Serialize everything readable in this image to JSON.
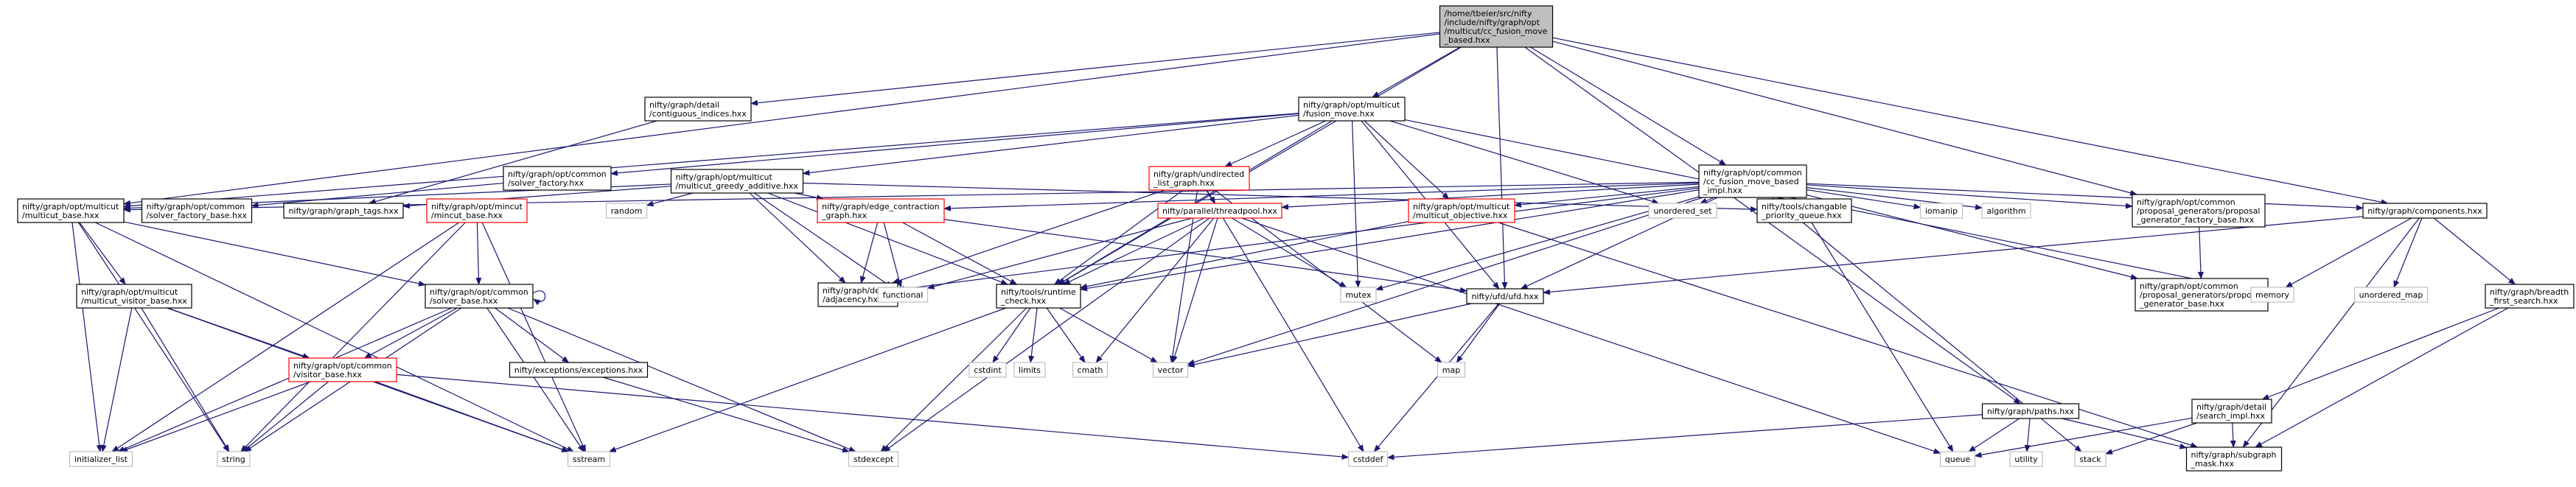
{
  "colors": {
    "edge": "#191970",
    "node_border_normal": "#000000",
    "node_border_missing": "#ff0000",
    "node_border_external": "#bfbfbf",
    "node_fill_root": "#bfbfbf",
    "node_fill": "#ffffff",
    "text": "#000000"
  },
  "nodes": [
    {
      "id": "root",
      "lines": [
        "/home/tbeier/src/nifty",
        "/include/nifty/graph/opt",
        "/multicut/cc_fusion_move",
        "_based.hxx"
      ],
      "style": "root"
    },
    {
      "id": "contig",
      "lines": [
        "nifty/graph/detail",
        "/contiguous_indices.hxx"
      ],
      "style": "normal"
    },
    {
      "id": "fusion",
      "lines": [
        "nifty/graph/opt/multicut",
        "/fusion_move.hxx"
      ],
      "style": "normal"
    },
    {
      "id": "ccimpl",
      "lines": [
        "nifty/graph/opt/common",
        "/cc_fusion_move_based",
        "_impl.hxx"
      ],
      "style": "normal"
    },
    {
      "id": "mbase",
      "lines": [
        "nifty/graph/opt/multicut",
        "/multicut_base.hxx"
      ],
      "style": "normal"
    },
    {
      "id": "sfactory",
      "lines": [
        "nifty/graph/opt/common",
        "/solver_factory.hxx"
      ],
      "style": "normal"
    },
    {
      "id": "greedy",
      "lines": [
        "nifty/graph/opt/multicut",
        "/multicut_greedy_additive.hxx"
      ],
      "style": "normal"
    },
    {
      "id": "ulg",
      "lines": [
        "nifty/graph/undirected",
        "_list_graph.hxx"
      ],
      "style": "missing"
    },
    {
      "id": "components",
      "lines": [
        "nifty/graph/components.hxx"
      ],
      "style": "normal"
    },
    {
      "id": "sfbase",
      "lines": [
        "nifty/graph/opt/common",
        "/solver_factory_base.hxx"
      ],
      "style": "normal"
    },
    {
      "id": "tags",
      "lines": [
        "nifty/graph/graph_tags.hxx"
      ],
      "style": "normal"
    },
    {
      "id": "mincut",
      "lines": [
        "nifty/graph/opt/mincut",
        "/mincut_base.hxx"
      ],
      "style": "missing"
    },
    {
      "id": "random",
      "lines": [
        "random"
      ],
      "style": "external"
    },
    {
      "id": "edgec",
      "lines": [
        "nifty/graph/edge_contraction",
        "_graph.hxx"
      ],
      "style": "missing"
    },
    {
      "id": "threadpool",
      "lines": [
        "nifty/parallel/threadpool.hxx"
      ],
      "style": "missing"
    },
    {
      "id": "mobjective",
      "lines": [
        "nifty/graph/opt/multicut",
        "/multicut_objective.hxx"
      ],
      "style": "missing"
    },
    {
      "id": "unordered_set",
      "lines": [
        "unordered_set"
      ],
      "style": "external"
    },
    {
      "id": "cpq",
      "lines": [
        "nifty/tools/changable",
        "_priority_queue.hxx"
      ],
      "style": "normal"
    },
    {
      "id": "iomanip",
      "lines": [
        "iomanip"
      ],
      "style": "external"
    },
    {
      "id": "algorithm",
      "lines": [
        "algorithm"
      ],
      "style": "external"
    },
    {
      "id": "pgfactory",
      "lines": [
        "nifty/graph/opt/common",
        "/proposal_generators/proposal",
        "_generator_factory_base.hxx"
      ],
      "style": "normal"
    },
    {
      "id": "mvbase",
      "lines": [
        "nifty/graph/opt/multicut",
        "/multicut_visitor_base.hxx"
      ],
      "style": "normal"
    },
    {
      "id": "solverbase",
      "lines": [
        "nifty/graph/opt/common",
        "/solver_base.hxx"
      ],
      "style": "normal"
    },
    {
      "id": "adjacency",
      "lines": [
        "nifty/graph/detail",
        "/adjacency.hxx"
      ],
      "style": "normal"
    },
    {
      "id": "functional",
      "lines": [
        "functional"
      ],
      "style": "external"
    },
    {
      "id": "runtime",
      "lines": [
        "nifty/tools/runtime",
        "_check.hxx"
      ],
      "style": "normal"
    },
    {
      "id": "mutex",
      "lines": [
        "mutex"
      ],
      "style": "external"
    },
    {
      "id": "ufd",
      "lines": [
        "nifty/ufd/ufd.hxx"
      ],
      "style": "normal"
    },
    {
      "id": "pgbase",
      "lines": [
        "nifty/graph/opt/common",
        "/proposal_generators/proposal",
        "_generator_base.hxx"
      ],
      "style": "normal"
    },
    {
      "id": "memory",
      "lines": [
        "memory"
      ],
      "style": "external"
    },
    {
      "id": "unordered_map",
      "lines": [
        "unordered_map"
      ],
      "style": "external"
    },
    {
      "id": "bfs",
      "lines": [
        "nifty/graph/breadth",
        "_first_search.hxx"
      ],
      "style": "normal"
    },
    {
      "id": "vbase",
      "lines": [
        "nifty/graph/opt/common",
        "/visitor_base.hxx"
      ],
      "style": "missing"
    },
    {
      "id": "exceptions",
      "lines": [
        "nifty/exceptions/exceptions.hxx"
      ],
      "style": "normal"
    },
    {
      "id": "cstdint",
      "lines": [
        "cstdint"
      ],
      "style": "external"
    },
    {
      "id": "limits",
      "lines": [
        "limits"
      ],
      "style": "external"
    },
    {
      "id": "cmath",
      "lines": [
        "cmath"
      ],
      "style": "external"
    },
    {
      "id": "vector",
      "lines": [
        "vector"
      ],
      "style": "external"
    },
    {
      "id": "map",
      "lines": [
        "map"
      ],
      "style": "external"
    },
    {
      "id": "paths",
      "lines": [
        "nifty/graph/paths.hxx"
      ],
      "style": "normal"
    },
    {
      "id": "searchimpl",
      "lines": [
        "nifty/graph/detail",
        "/search_impl.hxx"
      ],
      "style": "normal"
    },
    {
      "id": "initlist",
      "lines": [
        "initializer_list"
      ],
      "style": "external"
    },
    {
      "id": "string",
      "lines": [
        "string"
      ],
      "style": "external"
    },
    {
      "id": "sstream",
      "lines": [
        "sstream"
      ],
      "style": "external"
    },
    {
      "id": "stdexcept",
      "lines": [
        "stdexcept"
      ],
      "style": "external"
    },
    {
      "id": "cstddef",
      "lines": [
        "cstddef"
      ],
      "style": "external"
    },
    {
      "id": "queue",
      "lines": [
        "queue"
      ],
      "style": "external"
    },
    {
      "id": "utility",
      "lines": [
        "utility"
      ],
      "style": "external"
    },
    {
      "id": "stack",
      "lines": [
        "stack"
      ],
      "style": "external"
    },
    {
      "id": "subgraph",
      "lines": [
        "nifty/graph/subgraph",
        "_mask.hxx"
      ],
      "style": "normal"
    }
  ],
  "edges": [
    [
      "root",
      "contig"
    ],
    [
      "root",
      "fusion"
    ],
    [
      "root",
      "ccimpl"
    ],
    [
      "root",
      "mbase"
    ],
    [
      "root",
      "components"
    ],
    [
      "root",
      "pgfactory"
    ],
    [
      "root",
      "runtime"
    ],
    [
      "root",
      "ufd"
    ],
    [
      "root",
      "paths"
    ],
    [
      "contig",
      "tags"
    ],
    [
      "fusion",
      "mbase"
    ],
    [
      "fusion",
      "sfactory"
    ],
    [
      "fusion",
      "greedy"
    ],
    [
      "fusion",
      "ulg"
    ],
    [
      "fusion",
      "mobjective"
    ],
    [
      "fusion",
      "unordered_set"
    ],
    [
      "fusion",
      "runtime"
    ],
    [
      "fusion",
      "mutex"
    ],
    [
      "fusion",
      "ufd"
    ],
    [
      "fusion",
      "memory"
    ],
    [
      "ccimpl",
      "mbase"
    ],
    [
      "ccimpl",
      "edgec"
    ],
    [
      "ccimpl",
      "threadpool"
    ],
    [
      "ccimpl",
      "mobjective"
    ],
    [
      "ccimpl",
      "unordered_set"
    ],
    [
      "ccimpl",
      "cpq"
    ],
    [
      "ccimpl",
      "iomanip"
    ],
    [
      "ccimpl",
      "algorithm"
    ],
    [
      "ccimpl",
      "pgfactory"
    ],
    [
      "ccimpl",
      "pgbase"
    ],
    [
      "ccimpl",
      "components"
    ],
    [
      "ccimpl",
      "runtime"
    ],
    [
      "ccimpl",
      "mutex"
    ],
    [
      "ccimpl",
      "ufd"
    ],
    [
      "ccimpl",
      "vector"
    ],
    [
      "ccimpl",
      "stack"
    ],
    [
      "ccimpl",
      "adjacency"
    ],
    [
      "mbase",
      "mvbase"
    ],
    [
      "mbase",
      "solverbase"
    ],
    [
      "mbase",
      "initlist"
    ],
    [
      "mbase",
      "string"
    ],
    [
      "mbase",
      "sstream"
    ],
    [
      "sfactory",
      "sfbase"
    ],
    [
      "greedy",
      "mbase"
    ],
    [
      "greedy",
      "tags"
    ],
    [
      "greedy",
      "random"
    ],
    [
      "greedy",
      "edgec"
    ],
    [
      "greedy",
      "runtime"
    ],
    [
      "greedy",
      "cpq"
    ],
    [
      "greedy",
      "adjacency"
    ],
    [
      "greedy",
      "functional"
    ],
    [
      "ulg",
      "adjacency"
    ],
    [
      "ulg",
      "runtime"
    ],
    [
      "ulg",
      "threadpool"
    ],
    [
      "ulg",
      "vector"
    ],
    [
      "ulg",
      "map"
    ],
    [
      "ulg",
      "cstddef"
    ],
    [
      "mincut",
      "solverbase"
    ],
    [
      "mincut",
      "string"
    ],
    [
      "mincut",
      "sstream"
    ],
    [
      "mincut",
      "initlist"
    ],
    [
      "edgec",
      "adjacency"
    ],
    [
      "edgec",
      "functional"
    ],
    [
      "edgec",
      "runtime"
    ],
    [
      "edgec",
      "ufd"
    ],
    [
      "threadpool",
      "functional"
    ],
    [
      "threadpool",
      "runtime"
    ],
    [
      "threadpool",
      "mutex"
    ],
    [
      "threadpool",
      "cmath"
    ],
    [
      "threadpool",
      "vector"
    ],
    [
      "threadpool",
      "stdexcept"
    ],
    [
      "threadpool",
      "queue"
    ],
    [
      "mobjective",
      "runtime"
    ],
    [
      "mobjective",
      "subgraph"
    ],
    [
      "cpq",
      "queue"
    ],
    [
      "pgfactory",
      "pgbase"
    ],
    [
      "components",
      "ufd"
    ],
    [
      "components",
      "unordered_map"
    ],
    [
      "components",
      "bfs"
    ],
    [
      "components",
      "subgraph"
    ],
    [
      "components",
      "memory"
    ],
    [
      "mvbase",
      "vbase"
    ],
    [
      "mvbase",
      "initlist"
    ],
    [
      "mvbase",
      "string"
    ],
    [
      "mvbase",
      "sstream"
    ],
    [
      "solverbase",
      "solverbase"
    ],
    [
      "solverbase",
      "vbase"
    ],
    [
      "solverbase",
      "exceptions"
    ],
    [
      "solverbase",
      "string"
    ],
    [
      "solverbase",
      "sstream"
    ],
    [
      "solverbase",
      "initlist"
    ],
    [
      "solverbase",
      "stdexcept"
    ],
    [
      "runtime",
      "cstdint"
    ],
    [
      "runtime",
      "limits"
    ],
    [
      "runtime",
      "cmath"
    ],
    [
      "runtime",
      "vector"
    ],
    [
      "runtime",
      "sstream"
    ],
    [
      "runtime",
      "stdexcept"
    ],
    [
      "ufd",
      "vector"
    ],
    [
      "ufd",
      "map"
    ],
    [
      "ufd",
      "cstddef"
    ],
    [
      "bfs",
      "searchimpl"
    ],
    [
      "bfs",
      "subgraph"
    ],
    [
      "vbase",
      "initlist"
    ],
    [
      "vbase",
      "string"
    ],
    [
      "vbase",
      "sstream"
    ],
    [
      "vbase",
      "cstddef"
    ],
    [
      "exceptions",
      "stdexcept"
    ],
    [
      "paths",
      "queue"
    ],
    [
      "paths",
      "utility"
    ],
    [
      "paths",
      "subgraph"
    ],
    [
      "paths",
      "cstddef"
    ],
    [
      "searchimpl",
      "queue"
    ],
    [
      "searchimpl",
      "stack"
    ],
    [
      "searchimpl",
      "subgraph"
    ]
  ]
}
